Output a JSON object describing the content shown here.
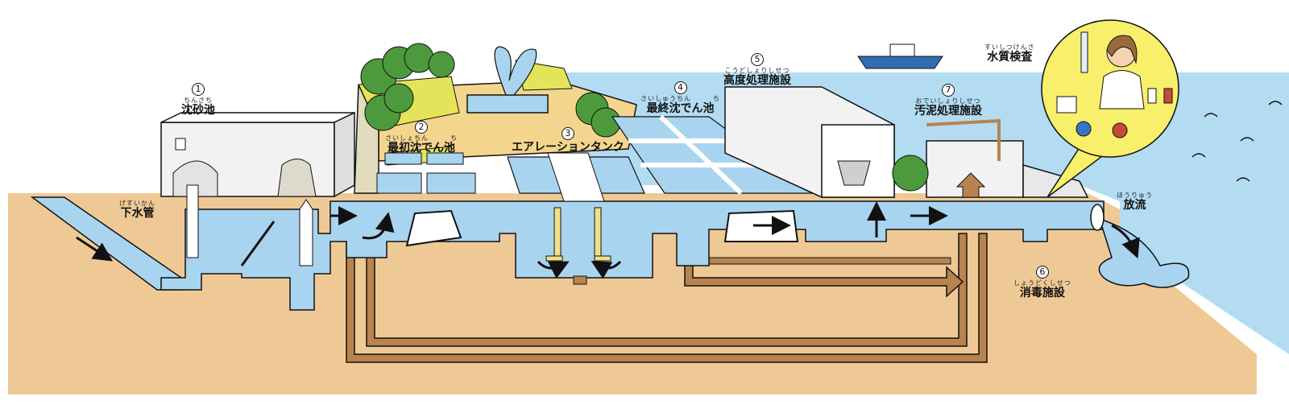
{
  "labels": {
    "grit_chamber": {
      "number": "1",
      "ruby": "ちんさち",
      "text": "沈砂池"
    },
    "primary_settling": {
      "number": "2",
      "ruby": "さいしょちん　　　ち",
      "text": "最初沈でん池"
    },
    "aeration_tank": {
      "number": "3",
      "text": "エアレーションタンク"
    },
    "final_settling": {
      "number": "4",
      "ruby": "さいしゅうちん　　　ち",
      "text": "最終沈でん池"
    },
    "advanced_treatment": {
      "number": "5",
      "ruby": "こうどしょりしせつ",
      "text": "高度処理施設"
    },
    "disinfection": {
      "number": "6",
      "ruby": "しょうどくしせつ",
      "text": "消毒施設"
    },
    "sludge_treatment": {
      "number": "7",
      "ruby": "おでいしょりしせつ",
      "text": "汚泥処理施設"
    },
    "sewer_pipe": {
      "ruby": "げすいかん",
      "text": "下水管"
    },
    "discharge": {
      "ruby": "ほうりゅう",
      "text": "放流"
    },
    "water_quality": {
      "ruby": "すいしつけんさ",
      "text": "水質検査"
    }
  },
  "colors": {
    "soil": "#efc995",
    "water": "#a9d4ef",
    "sea": "#b3dcf2",
    "sludge_pipe": "#b8834f",
    "concrete": "#f2f2f2",
    "grass": "#e4e45a",
    "path": "#f4d58d",
    "tree": "#4c9a3c",
    "outline": "#111111"
  }
}
